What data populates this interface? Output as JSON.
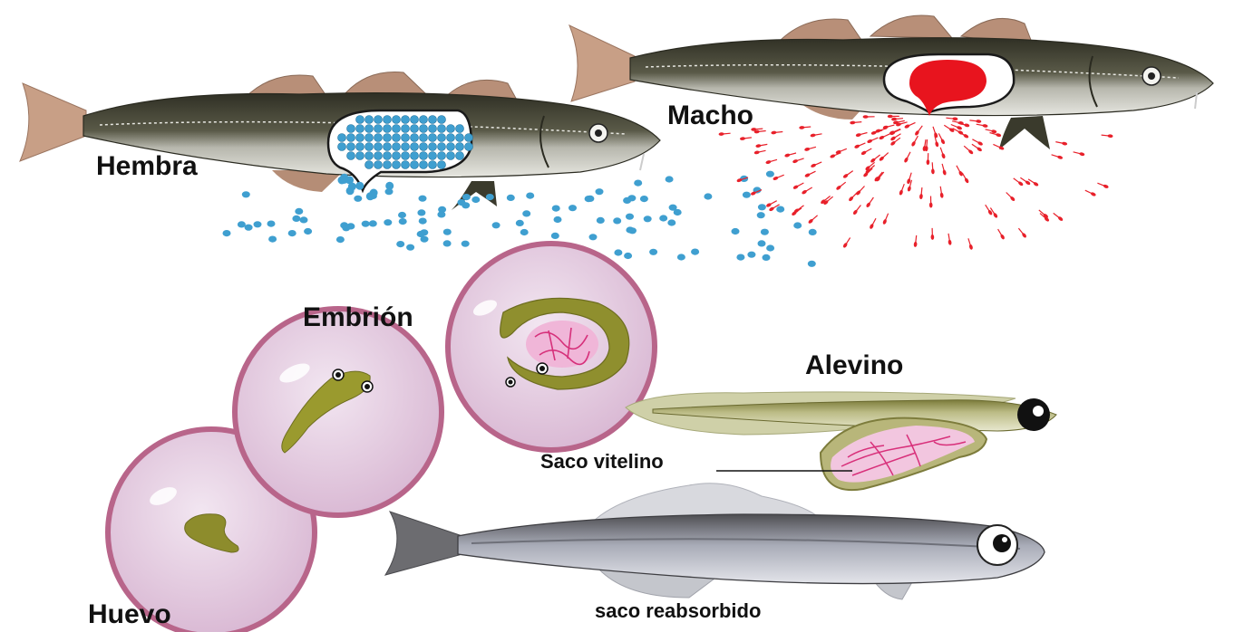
{
  "labels": {
    "female": "Hembra",
    "male": "Macho",
    "embryo": "Embrión",
    "fry": "Alevino",
    "yolk_sac": "Saco vitelino",
    "egg": "Huevo",
    "reabsorbed": "saco reabsorbido"
  },
  "colors": {
    "fish_dark": "#3a3a2c",
    "fish_belly": "#c9c9c0",
    "fin": "#c89f86",
    "eggs": "#3f9fd0",
    "sperm": "#e8202a",
    "egg_ring": "#c06a8a",
    "egg_fill": "#e2c6dd",
    "larva": "#9a9a3a",
    "fry_body": "#c9c996",
    "yolk_vessels": "#d8307a",
    "juvenile_body": "#b9bcc6"
  },
  "icons": [
    "female-cod-illustration",
    "male-cod-illustration",
    "egg-stage-icon",
    "larva-egg-icon",
    "embryo-egg-icon",
    "fry-illustration",
    "juvenile-fish-illustration"
  ]
}
